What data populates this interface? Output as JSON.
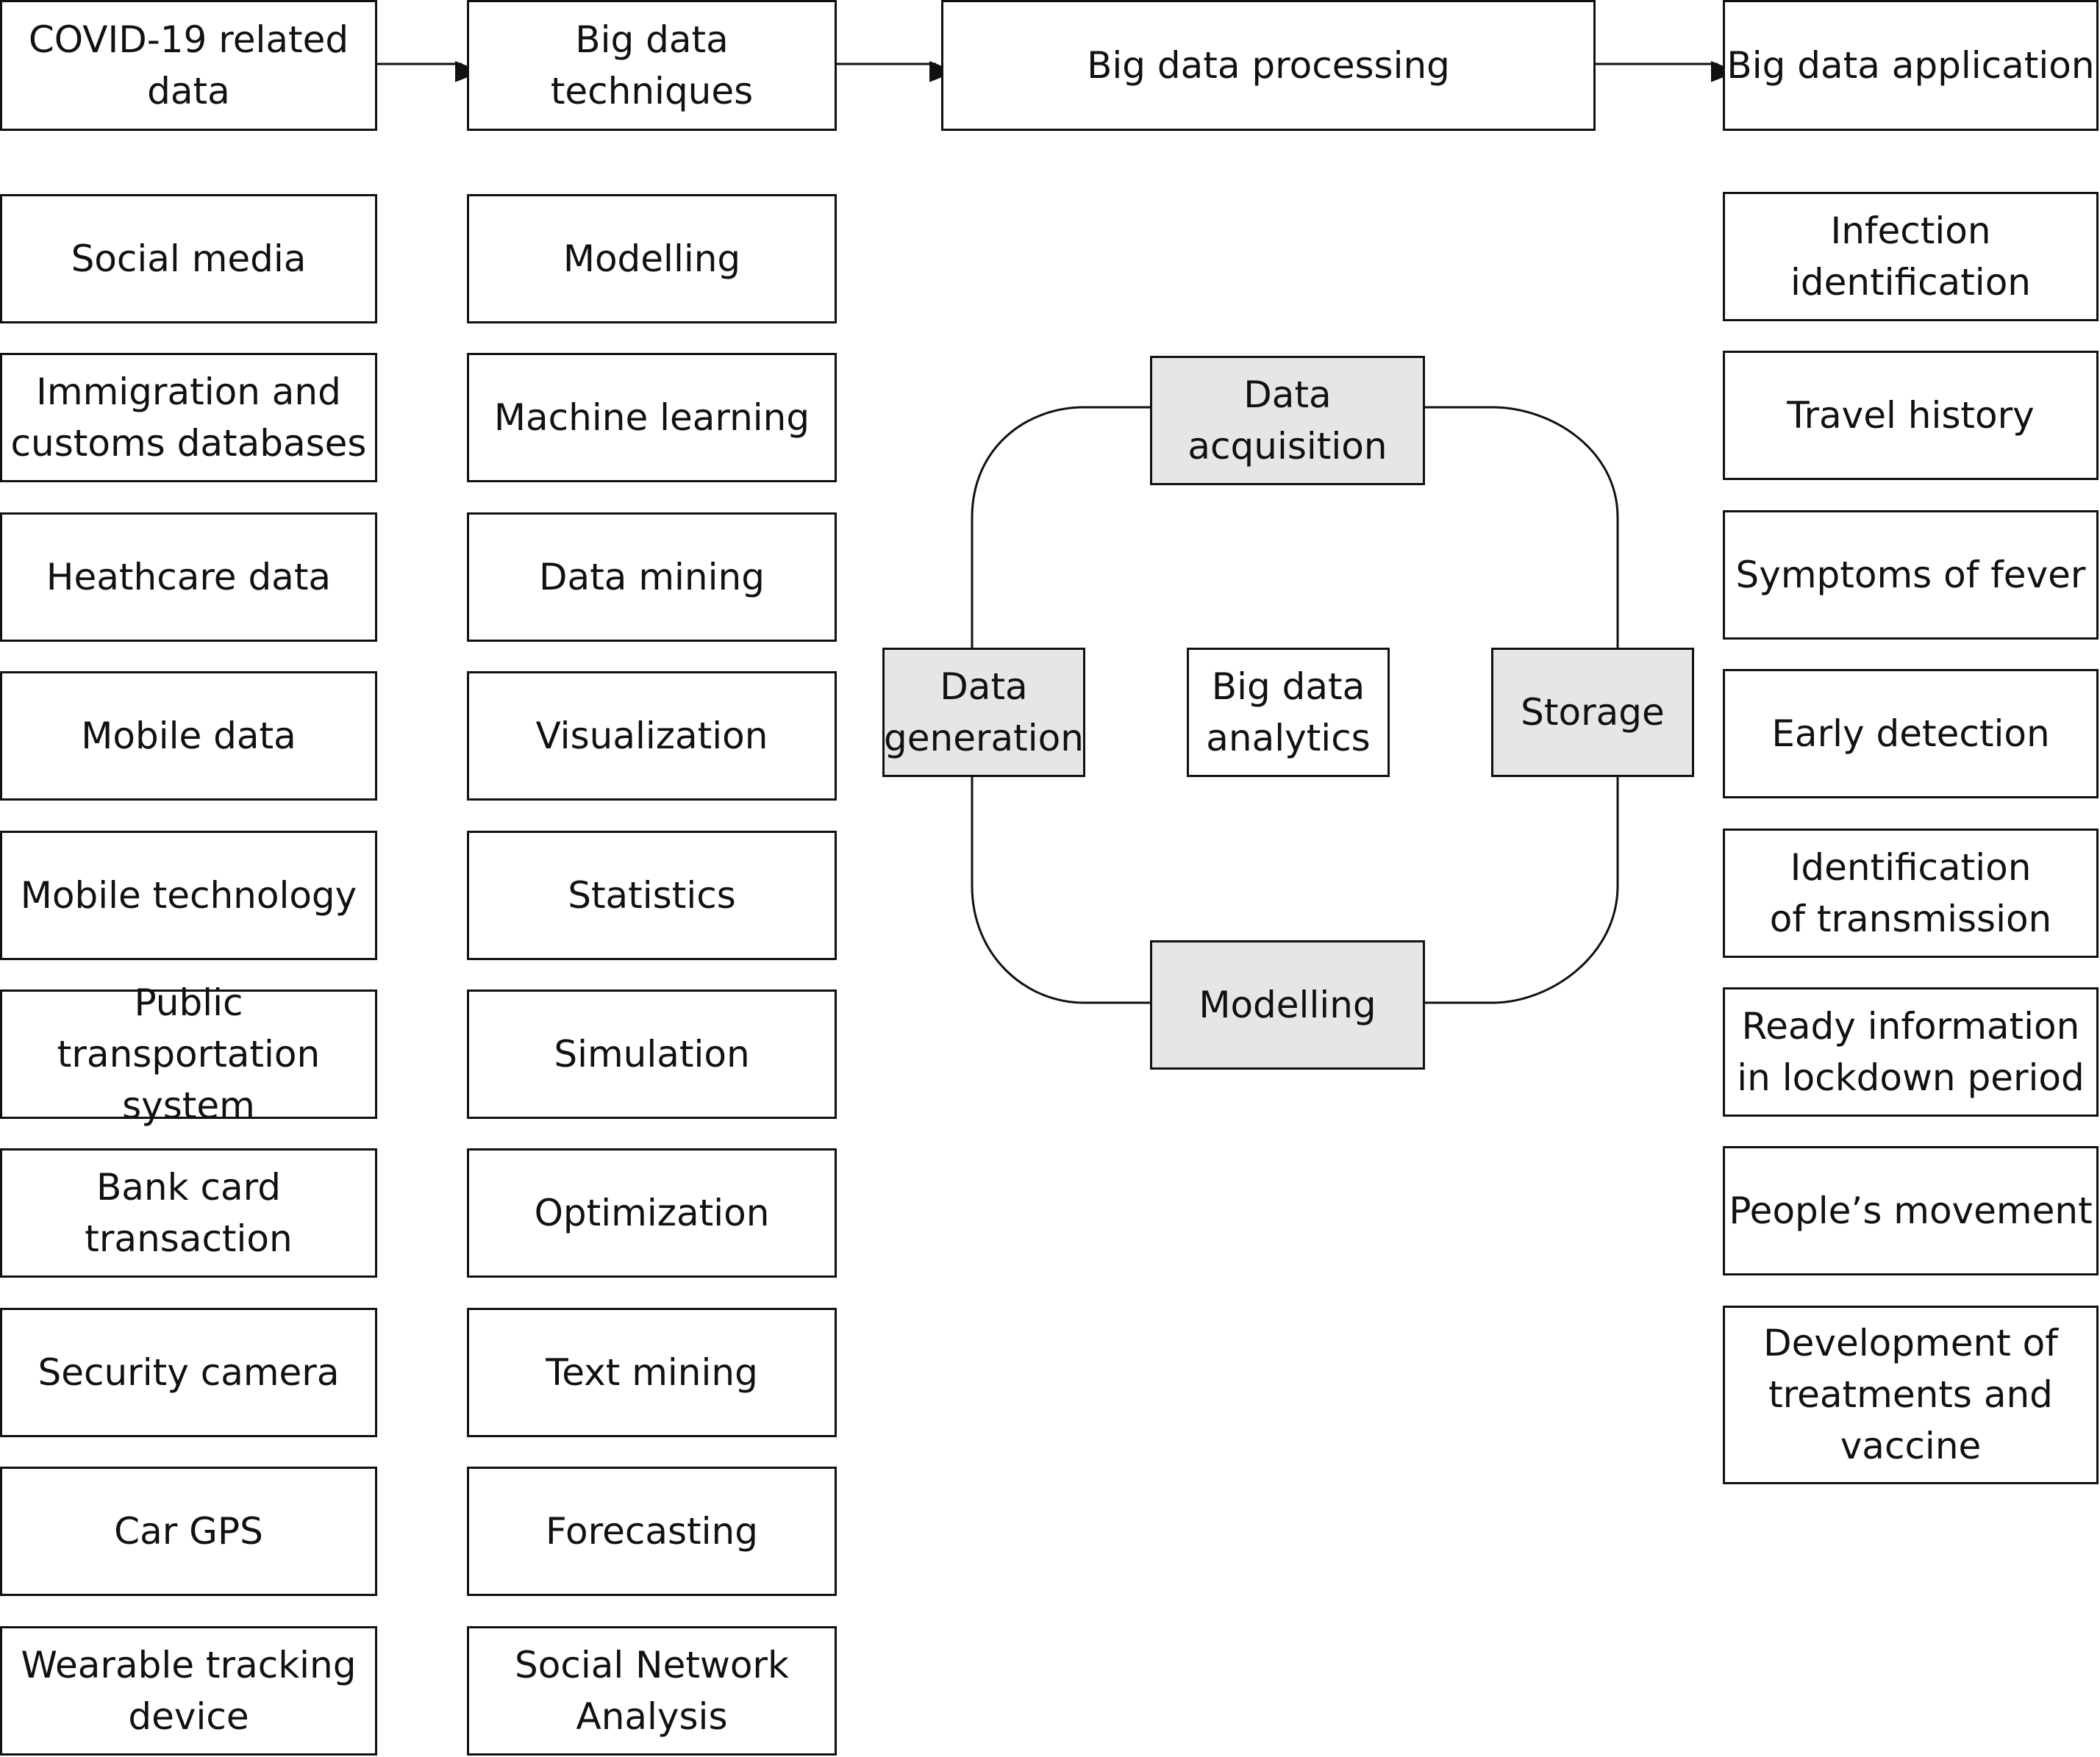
{
  "header": {
    "sources": "COVID-19 related\ndata",
    "techniques": "Big data\ntechniques",
    "processing": "Big data processing",
    "application": "Big data application"
  },
  "sources": [
    "Social media",
    "Immigration and\ncustoms databases",
    "Heathcare data",
    "Mobile data",
    "Mobile technology",
    "Public transportation\nsystem",
    "Bank card\ntransaction",
    "Security camera",
    "Car GPS",
    "Wearable tracking\ndevice"
  ],
  "techniques": [
    "Modelling",
    "Machine learning",
    "Data mining",
    "Visualization",
    "Statistics",
    "Simulation",
    "Optimization",
    "Text mining",
    "Forecasting",
    "Social Network\nAnalysis"
  ],
  "cycle": {
    "top": "Data\nacquisition",
    "left": "Data\ngeneration",
    "center": "Big data\nanalytics",
    "right": "Storage",
    "bottom": "Modelling"
  },
  "applications": [
    "Infection\nidentification",
    "Travel history",
    "Symptoms of fever",
    "Early detection",
    "Identification\nof transmission",
    "Ready information\nin lockdown period",
    "People’s movement",
    "Development of\ntreatments and\nvaccine"
  ]
}
